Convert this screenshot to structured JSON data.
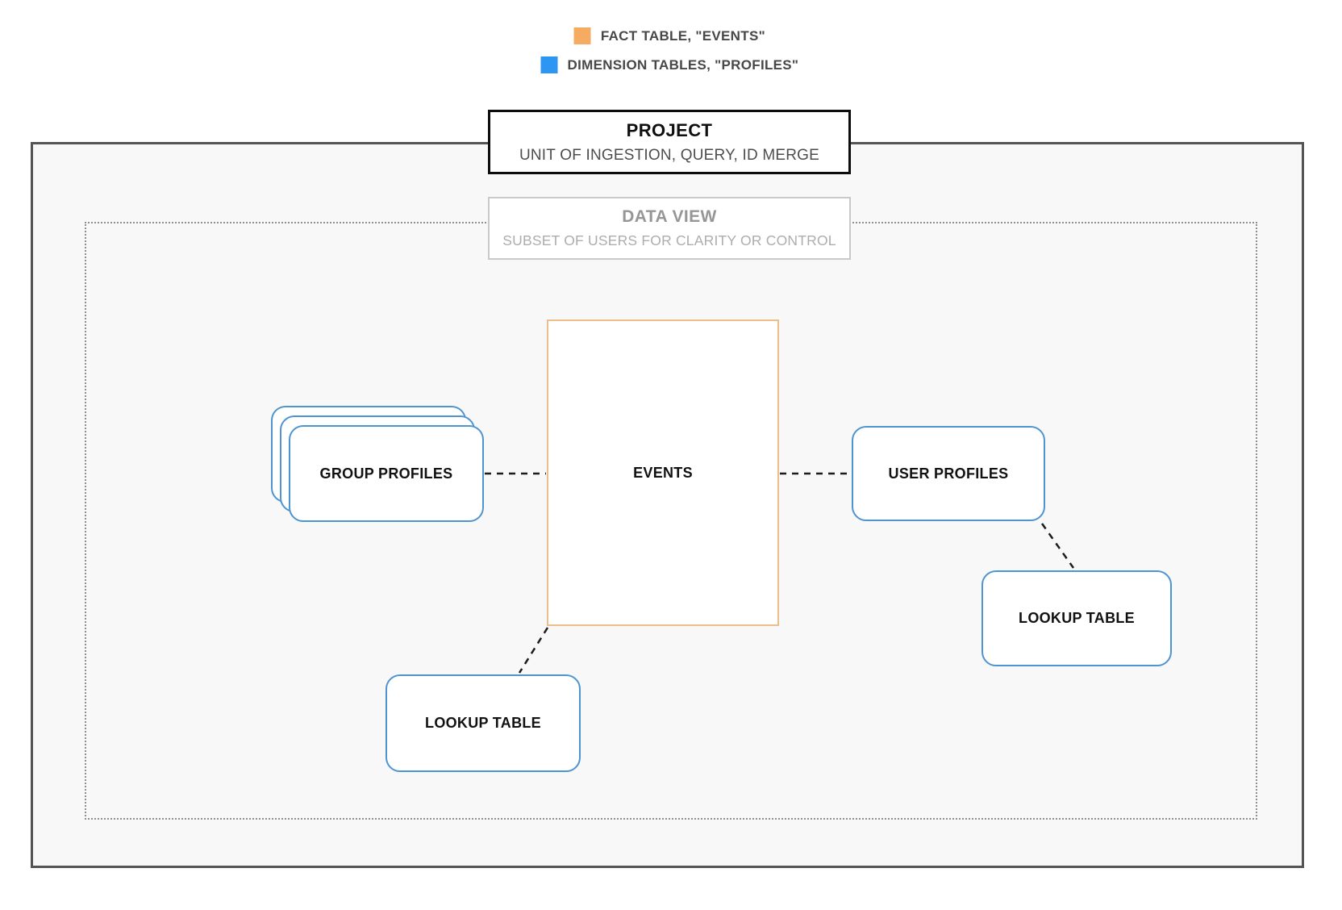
{
  "legend": {
    "items": [
      {
        "label": "FACT TABLE, \"EVENTS\"",
        "color": "#f5ab62"
      },
      {
        "label": "DIMENSION TABLES, \"PROFILES\"",
        "color": "#2d96f2"
      }
    ]
  },
  "project": {
    "title": "PROJECT",
    "subtitle": "UNIT OF INGESTION, QUERY, ID MERGE"
  },
  "data_view": {
    "title": "DATA VIEW",
    "subtitle": "SUBSET OF USERS FOR CLARITY OR CONTROL"
  },
  "nodes": {
    "events": {
      "label": "EVENTS",
      "border_color": "#ebbe8a"
    },
    "group_profiles": {
      "label": "GROUP PROFILES",
      "border_color": "#4d94d0"
    },
    "user_profiles": {
      "label": "USER PROFILES",
      "border_color": "#4d94d0"
    },
    "lookup_table_bottom": {
      "label": "LOOKUP TABLE",
      "border_color": "#4d94d0"
    },
    "lookup_table_right": {
      "label": "LOOKUP TABLE",
      "border_color": "#4d94d0"
    }
  }
}
